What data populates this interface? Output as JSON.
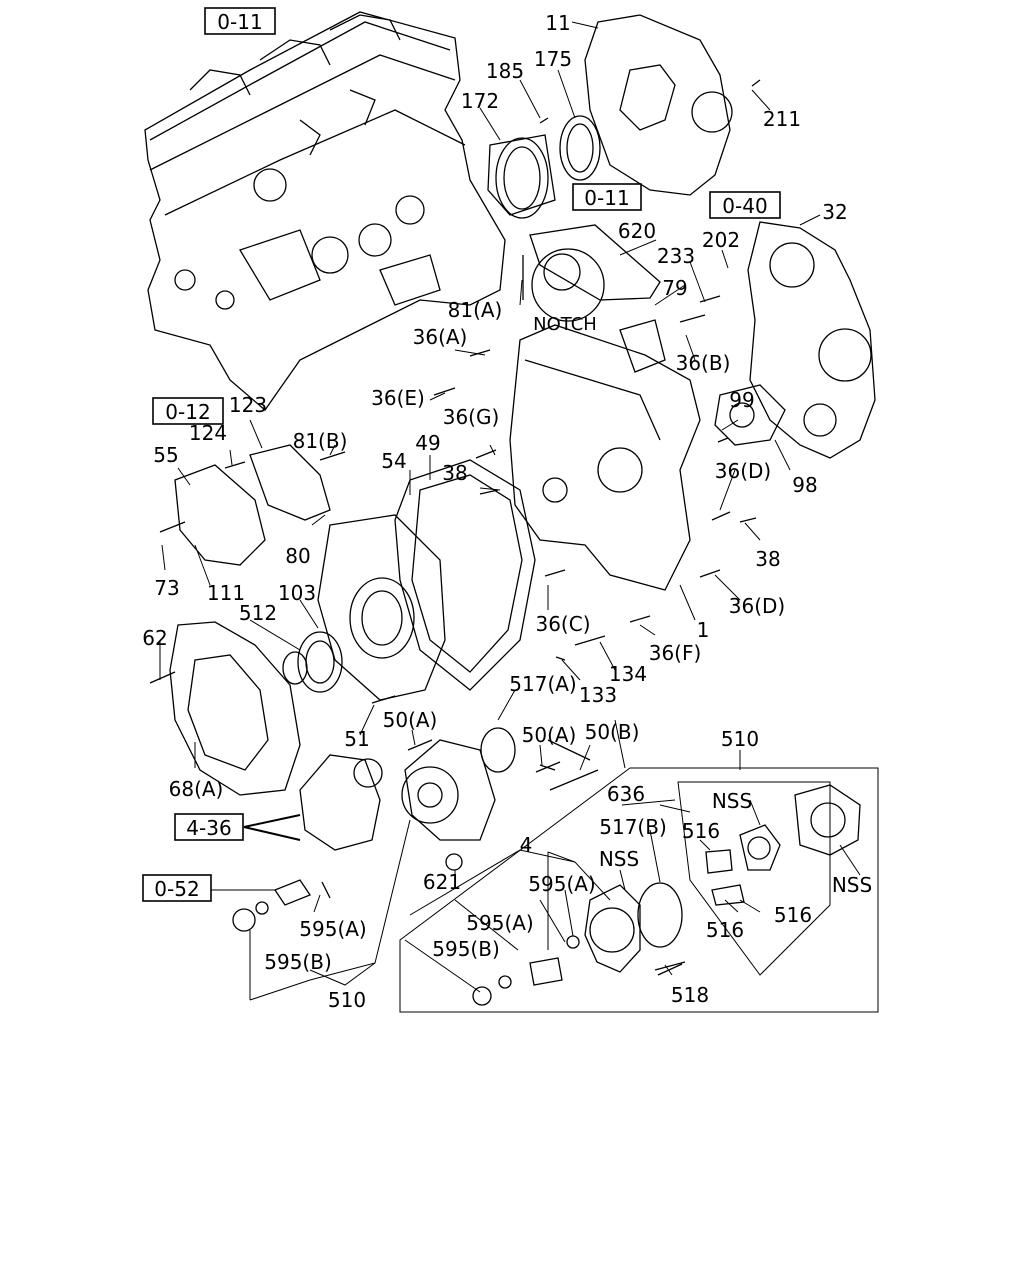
{
  "ref_boxes": [
    "0-11",
    "0-11",
    "0-40",
    "0-12",
    "4-36",
    "0-52"
  ],
  "callouts": [
    "11",
    "185",
    "175",
    "211",
    "172",
    "620",
    "233",
    "202",
    "32",
    "79",
    "NOTCH",
    "81(A)",
    "36(A)",
    "36(B)",
    "36(E)",
    "99",
    "123",
    "81(B)",
    "124",
    "36(G)",
    "49",
    "54",
    "55",
    "38",
    "36(D)",
    "98",
    "38",
    "80",
    "73",
    "111",
    "103",
    "512",
    "36(C)",
    "36(D)",
    "62",
    "1",
    "36(F)",
    "134",
    "517(A)",
    "133",
    "51",
    "50(A)",
    "50(A)",
    "50(B)",
    "510",
    "68(A)",
    "636",
    "NSS",
    "517(B)",
    "516",
    "4",
    "NSS",
    "NSS",
    "621",
    "595(A)",
    "595(A)",
    "516",
    "516",
    "595(A)",
    "595(B)",
    "595(B)",
    "518",
    "510"
  ]
}
